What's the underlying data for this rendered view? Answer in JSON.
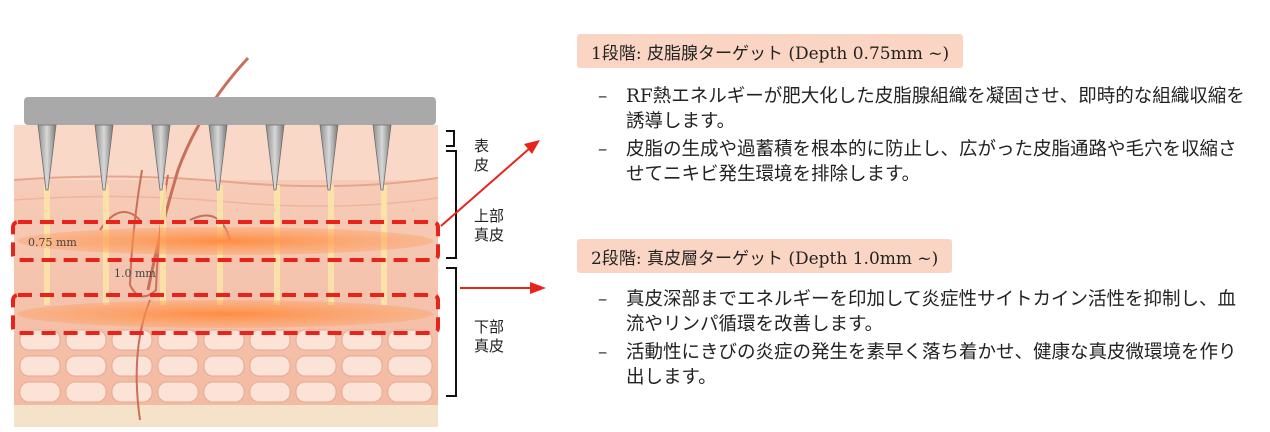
{
  "illustration": {
    "layer_labels": {
      "epidermis": "表\n皮",
      "upper_dermis": "上部\n真皮",
      "lower_dermis": "下部\n真皮"
    },
    "depth_labels": {
      "shallow": "0.75 mm",
      "deep": "1.0 mm"
    },
    "colors": {
      "needle_plate": "#a9a9a9",
      "skin": "#f6c9b4",
      "highlight": "#ff8a3d",
      "dashed_box": "#e8241a",
      "arrow": "#e8241a"
    }
  },
  "steps": [
    {
      "title": "1段階: 皮脂腺ターゲット (Depth 0.75mm ~)",
      "bullets": [
        "RF熱エネルギーが肥大化した皮脂腺組織を凝固させ、即時的な組織収縮を誘導します。",
        "皮脂の生成や過蓄積を根本的に防止し、広がった皮脂通路や毛穴を収縮させてニキビ発生環境を排除します。"
      ]
    },
    {
      "title": "2段階: 真皮層ターゲット (Depth 1.0mm ~)",
      "bullets": [
        "真皮深部までエネルギーを印加して炎症性サイトカイン活性を抑制し、血流やリンパ循環を改善します。",
        "活動性にきびの炎症の発生を素早く落ち着かせ、健康な真皮微環境を作り出します。"
      ]
    }
  ],
  "bullet_marker": "–"
}
